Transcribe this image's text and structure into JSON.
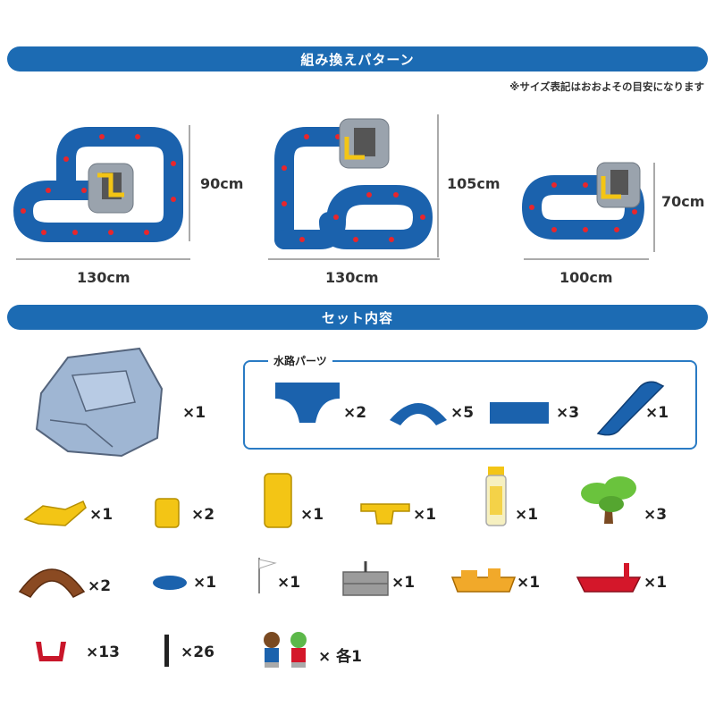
{
  "sections": {
    "patterns_title": "組み換えパターン",
    "contents_title": "セット内容",
    "size_note": "※サイズ表記はおおよその目安になります",
    "parts_group_title": "水路パーツ"
  },
  "patterns": [
    {
      "height": "90cm",
      "width": "130cm"
    },
    {
      "height": "105cm",
      "width": "130cm"
    },
    {
      "height": "70cm",
      "width": "100cm"
    }
  ],
  "items": {
    "rock_base": "×1",
    "water_parts": [
      "×2",
      "×5",
      "×3",
      "×1"
    ],
    "row1": [
      "×1",
      "×2",
      "×1",
      "×1",
      "×1",
      "×3"
    ],
    "row2": [
      "×2",
      "×1",
      "×1",
      "×1",
      "×1",
      "×1"
    ],
    "row3": [
      "×13",
      "×26",
      "× 各1"
    ]
  },
  "colors": {
    "banner": "#1c6bb3",
    "track": "#1b62ad",
    "connector": "#e8262c",
    "rock": "#9fb6d3",
    "yellow": "#f3c515"
  }
}
